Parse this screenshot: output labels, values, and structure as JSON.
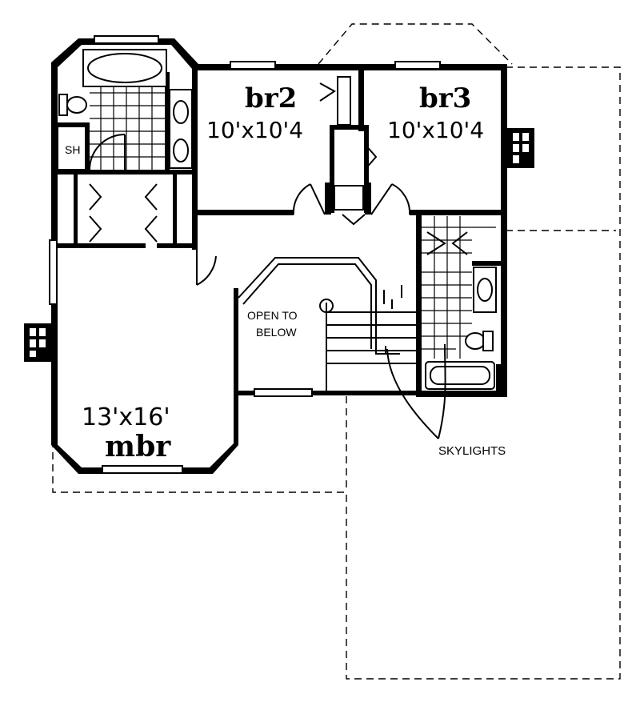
{
  "rooms": {
    "br2": {
      "name": "br2",
      "size": "10'x10'4"
    },
    "br3": {
      "name": "br3",
      "size": "10'x10'4"
    },
    "mbr": {
      "name": "mbr",
      "size": "13'x16'"
    }
  },
  "labels": {
    "shower": "SH",
    "open_line1": "OPEN TO",
    "open_line2": "BELOW",
    "skylights": "SKYLIGHTS"
  }
}
